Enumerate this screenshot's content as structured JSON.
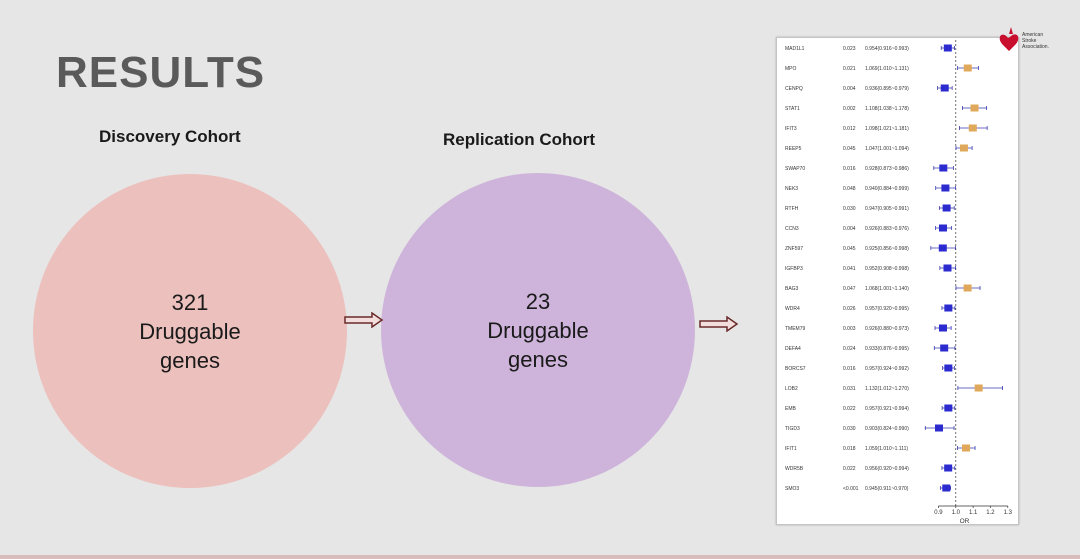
{
  "slide": {
    "title": "RESULTS",
    "discovery": {
      "heading": "Discovery Cohort",
      "count": "321",
      "line2": "Druggable",
      "line3": "genes",
      "color": "#ecc0bd"
    },
    "replication": {
      "heading": "Replication Cohort",
      "count": "23",
      "line2": "Druggable",
      "line3": "genes",
      "color": "#ceb4da"
    }
  },
  "logo": {
    "line1": "American",
    "line2": "Stroke",
    "line3": "Association."
  },
  "chart_data": {
    "type": "forest",
    "xlabel": "OR",
    "xticks": [
      "0.9",
      "1.0",
      "1.1",
      "1.2",
      "1.3"
    ],
    "xlim": [
      0.88,
      1.33
    ],
    "reference": 1.0,
    "colors": {
      "protective": "#2b2bd0",
      "risk": "#e0a85a",
      "ci_line": "#3a3ab0"
    },
    "rows": [
      {
        "gene": "MAD1L1",
        "p": "0.023",
        "text": "0.954(0.916~0.993)",
        "or": 0.954,
        "lo": 0.916,
        "hi": 0.993
      },
      {
        "gene": "MPO",
        "p": "0.021",
        "text": "1.069(1.010~1.131)",
        "or": 1.069,
        "lo": 1.01,
        "hi": 1.131
      },
      {
        "gene": "CENPQ",
        "p": "0.004",
        "text": "0.936(0.895~0.979)",
        "or": 0.936,
        "lo": 0.895,
        "hi": 0.979
      },
      {
        "gene": "STAT1",
        "p": "0.002",
        "text": "1.108(1.038~1.178)",
        "or": 1.108,
        "lo": 1.038,
        "hi": 1.178
      },
      {
        "gene": "IFIT3",
        "p": "0.012",
        "text": "1.098(1.021~1.181)",
        "or": 1.098,
        "lo": 1.021,
        "hi": 1.181
      },
      {
        "gene": "REEP5",
        "p": "0.045",
        "text": "1.047(1.001~1.094)",
        "or": 1.047,
        "lo": 1.001,
        "hi": 1.094
      },
      {
        "gene": "SWAP70",
        "p": "0.016",
        "text": "0.928(0.873~0.986)",
        "or": 0.928,
        "lo": 0.873,
        "hi": 0.986
      },
      {
        "gene": "NEK3",
        "p": "0.048",
        "text": "0.940(0.884~0.999)",
        "or": 0.94,
        "lo": 0.884,
        "hi": 0.999
      },
      {
        "gene": "RTFH",
        "p": "0.030",
        "text": "0.947(0.905~0.991)",
        "or": 0.947,
        "lo": 0.905,
        "hi": 0.991
      },
      {
        "gene": "CCN3",
        "p": "0.004",
        "text": "0.926(0.883~0.976)",
        "or": 0.926,
        "lo": 0.883,
        "hi": 0.976
      },
      {
        "gene": "ZNF597",
        "p": "0.045",
        "text": "0.925(0.856~0.998)",
        "or": 0.925,
        "lo": 0.856,
        "hi": 0.998
      },
      {
        "gene": "IGFBP3",
        "p": "0.041",
        "text": "0.952(0.908~0.998)",
        "or": 0.952,
        "lo": 0.908,
        "hi": 0.998
      },
      {
        "gene": "BAG3",
        "p": "0.047",
        "text": "1.068(1.001~1.140)",
        "or": 1.068,
        "lo": 1.001,
        "hi": 1.14
      },
      {
        "gene": "WDR4",
        "p": "0.026",
        "text": "0.957(0.920~0.995)",
        "or": 0.957,
        "lo": 0.92,
        "hi": 0.995
      },
      {
        "gene": "TMEM79",
        "p": "0.003",
        "text": "0.926(0.880~0.973)",
        "or": 0.926,
        "lo": 0.88,
        "hi": 0.973
      },
      {
        "gene": "DEFA4",
        "p": "0.024",
        "text": "0.933(0.876~0.995)",
        "or": 0.933,
        "lo": 0.876,
        "hi": 0.995
      },
      {
        "gene": "BORCS7",
        "p": "0.016",
        "text": "0.957(0.924~0.992)",
        "or": 0.957,
        "lo": 0.924,
        "hi": 0.992
      },
      {
        "gene": "LOB2",
        "p": "0.031",
        "text": "1.132(1.012~1.270)",
        "or": 1.132,
        "lo": 1.012,
        "hi": 1.27
      },
      {
        "gene": "EMB",
        "p": "0.022",
        "text": "0.957(0.921~0.994)",
        "or": 0.957,
        "lo": 0.921,
        "hi": 0.994
      },
      {
        "gene": "TIGD3",
        "p": "0.030",
        "text": "0.903(0.824~0.990)",
        "or": 0.903,
        "lo": 0.824,
        "hi": 0.99
      },
      {
        "gene": "IFIT1",
        "p": "0.018",
        "text": "1.059(1.010~1.111)",
        "or": 1.059,
        "lo": 1.01,
        "hi": 1.111
      },
      {
        "gene": "WDR5B",
        "p": "0.022",
        "text": "0.956(0.920~0.994)",
        "or": 0.956,
        "lo": 0.92,
        "hi": 0.994
      },
      {
        "gene": "SMO3",
        "p": "<0.001",
        "text": "0.945(0.911~0.970)",
        "or": 0.945,
        "lo": 0.911,
        "hi": 0.97
      }
    ]
  }
}
